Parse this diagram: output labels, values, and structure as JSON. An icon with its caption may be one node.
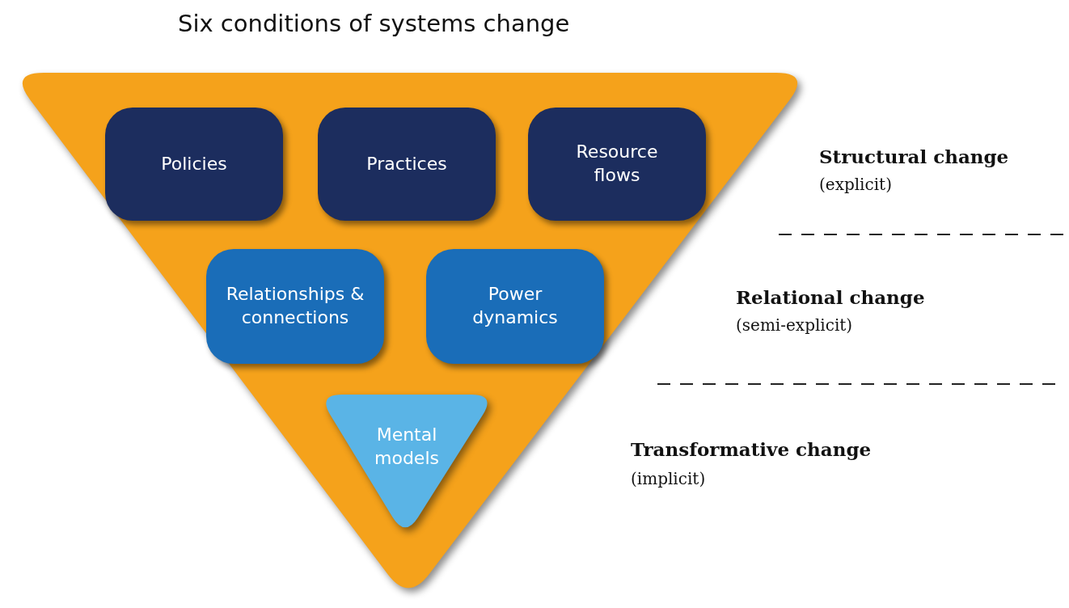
{
  "diagram": {
    "title": "Six conditions of systems change",
    "nodes": [
      {
        "text": [],
        "shape": "triangle"
      },
      {
        "text": [
          "Policies"
        ],
        "in": 0
      },
      {
        "text": [
          "Practices"
        ],
        "in": 0
      },
      {
        "text": [
          "Resource flows"
        ],
        "in": 0
      },
      {
        "text": [
          "Relationships & connections"
        ],
        "in": 0
      },
      {
        "text": [
          "Power dynamics"
        ],
        "in": 0
      },
      {
        "text": [
          "Mental models"
        ],
        "in": 0
      }
    ],
    "labels": [
      "Structural change",
      "(explicit)",
      "Relational change",
      "(semi-explicit)",
      "Transformative change",
      "(implicit)"
    ]
  }
}
